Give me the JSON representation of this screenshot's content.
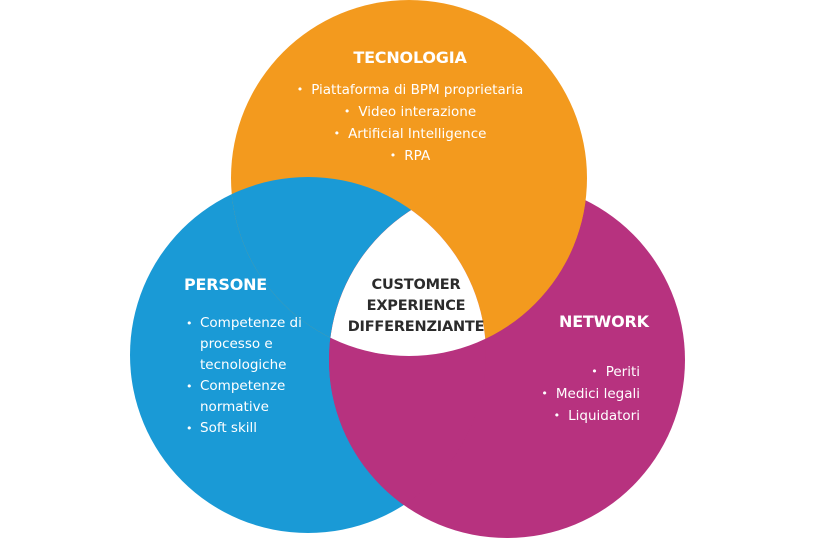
{
  "colors": {
    "tecnologia": "#F39A1E",
    "persone": "#1A9AD6",
    "network": "#B7327F",
    "center": "#FFFFFF",
    "text_light": "#FFFFFF",
    "text_dark": "#2B2B2B"
  },
  "tecnologia": {
    "title": "TECNOLOGIA",
    "items": [
      "Piattaforma di BPM proprietaria",
      "Video interazione",
      "Artificial Intelligence",
      "RPA"
    ]
  },
  "persone": {
    "title": "PERSONE",
    "items": [
      "Competenze di processo e tecnologiche",
      "Competenze normative",
      "Soft skill"
    ]
  },
  "network": {
    "title": "NETWORK",
    "items": [
      "Periti",
      "Medici legali",
      "Liquidatori"
    ]
  },
  "center": {
    "lines": [
      "CUSTOMER",
      "EXPERIENCE",
      "DIFFERENZIANTE"
    ]
  }
}
